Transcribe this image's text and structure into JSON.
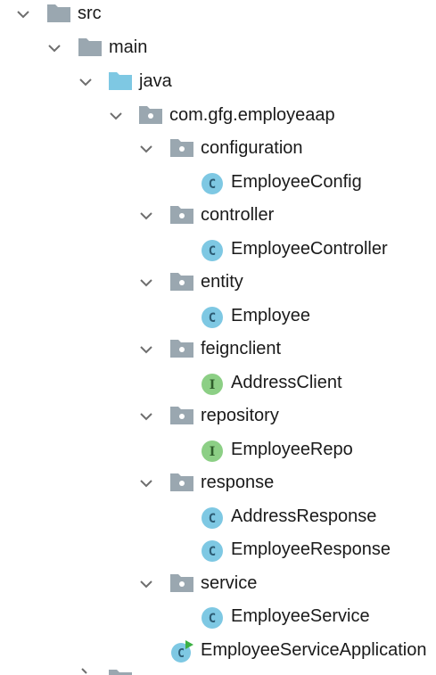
{
  "tree": [
    {
      "label": "src",
      "icon": "folder-icon"
    },
    {
      "label": "main",
      "icon": "folder-icon"
    },
    {
      "label": "java",
      "icon": "source-root-folder-icon"
    },
    {
      "label": "com.gfg.employeaap",
      "icon": "package-icon"
    },
    {
      "label": "configuration",
      "icon": "package-icon"
    },
    {
      "label": "EmployeeConfig",
      "icon": "class-icon",
      "badge": "C"
    },
    {
      "label": "controller",
      "icon": "package-icon"
    },
    {
      "label": "EmployeeController",
      "icon": "class-icon",
      "badge": "C"
    },
    {
      "label": "entity",
      "icon": "package-icon"
    },
    {
      "label": "Employee",
      "icon": "class-icon",
      "badge": "C"
    },
    {
      "label": "feignclient",
      "icon": "package-icon"
    },
    {
      "label": "AddressClient",
      "icon": "interface-icon",
      "badge": "I"
    },
    {
      "label": "repository",
      "icon": "package-icon"
    },
    {
      "label": "EmployeeRepo",
      "icon": "interface-icon",
      "badge": "I"
    },
    {
      "label": "response",
      "icon": "package-icon"
    },
    {
      "label": "AddressResponse",
      "icon": "class-icon",
      "badge": "C"
    },
    {
      "label": "EmployeeResponse",
      "icon": "class-icon",
      "badge": "C"
    },
    {
      "label": "service",
      "icon": "package-icon"
    },
    {
      "label": "EmployeeService",
      "icon": "class-icon",
      "badge": "C"
    },
    {
      "label": "EmployeeServiceApplication",
      "icon": "runnable-class-icon",
      "badge": "C"
    }
  ],
  "colors": {
    "folder": "#9aa7b0",
    "source_root": "#7ec8e3",
    "class_badge": "#7ec8e3",
    "interface_badge": "#8ccf85",
    "run_marker": "#3cb043",
    "chevron": "#6e6e6e"
  }
}
